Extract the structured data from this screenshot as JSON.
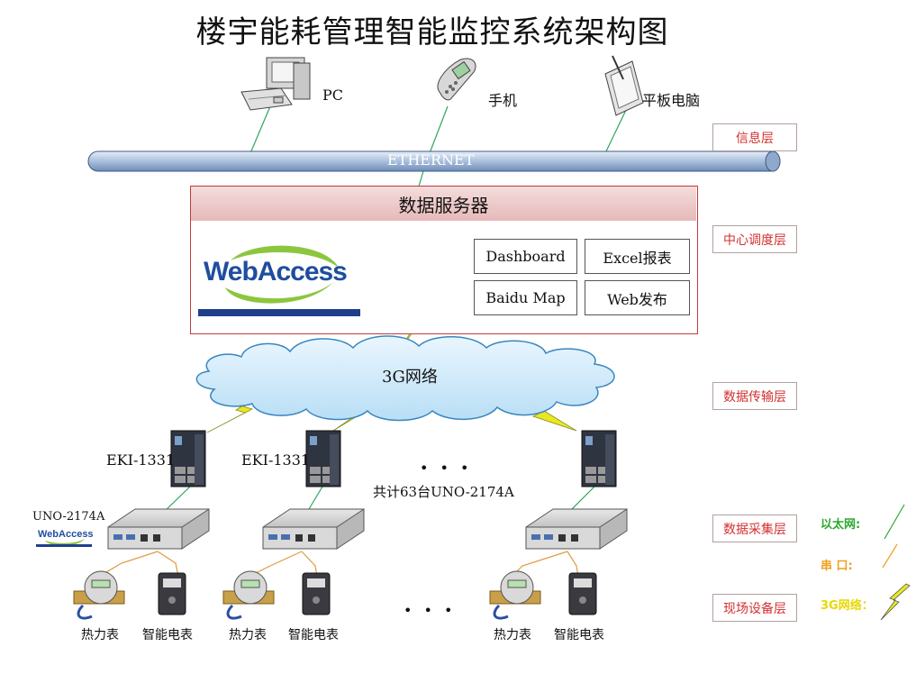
{
  "title": "楼宇能耗管理智能监控系统架构图",
  "clients": {
    "pc": "PC",
    "phone": "手机",
    "tablet": "平板电脑"
  },
  "ethernet_label": "ETHERNET",
  "server": {
    "title": "数据服务器",
    "logo_text": "WebAccess",
    "modules": [
      "Dashboard",
      "Excel报表",
      "Baidu Map",
      "Web发布"
    ]
  },
  "network_label": "3G网络",
  "gateways": {
    "left": "EKI-1331",
    "middle": "EKI-1331"
  },
  "total_label": "共计63台UNO-2174A",
  "ellipsis": "• • •",
  "uno_label": "UNO-2174A",
  "uno_logo": "WebAccess",
  "devices": {
    "heat_meter": "热力表",
    "smart_meter": "智能电表"
  },
  "layers": [
    "信息层",
    "中心调度层",
    "数据传输层",
    "数据采集层",
    "现场设备层"
  ],
  "legend": {
    "ethernet": "以太网:",
    "serial": "串 口:",
    "network3g": "3G网络："
  },
  "colors": {
    "ethernet_line": "#2aa65a",
    "serial_line": "#e09a40",
    "lightning": "#e8e820",
    "layer_text": "#d43030",
    "legend_ethernet": "#2ea82e",
    "legend_serial": "#f0a020",
    "legend_3g": "#e8d800"
  }
}
